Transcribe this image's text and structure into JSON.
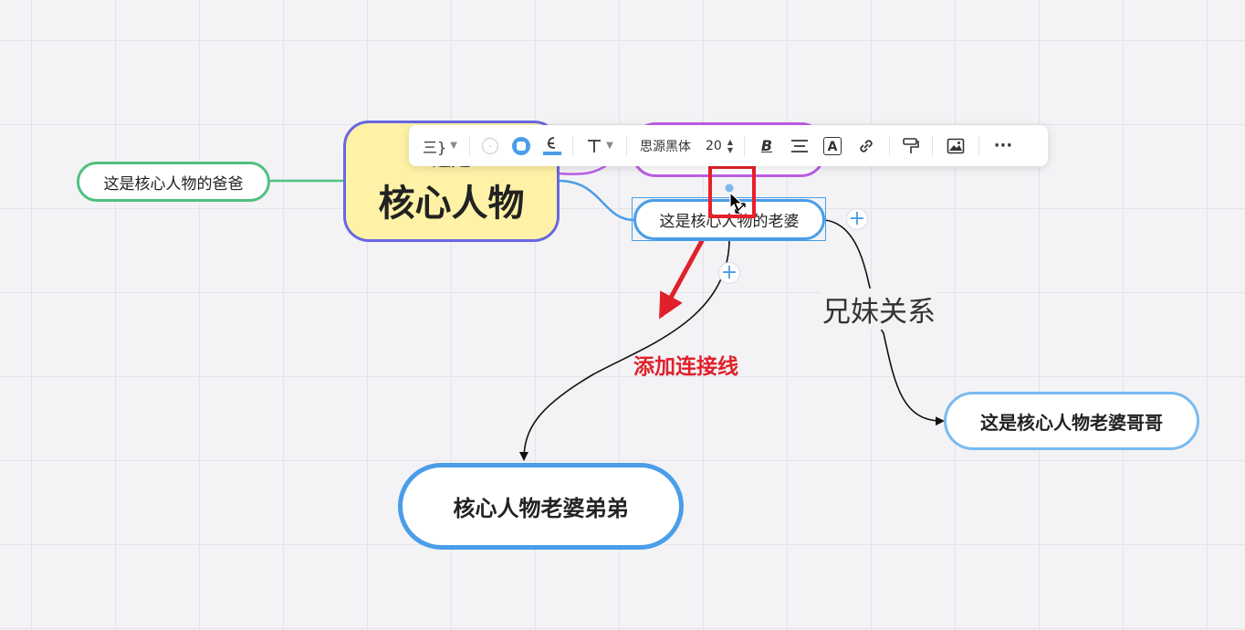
{
  "nodes": {
    "father": "这是核心人物的爸爸",
    "core_title_small": "这是",
    "core_title_big": "核心人物",
    "wife": "这是核心人物的老婆",
    "wife_brother": "这是核心人物老婆哥哥",
    "wife_younger_brother": "核心人物老婆弟弟"
  },
  "connections": {
    "relation_label": "兄妹关系"
  },
  "annotation": {
    "text": "添加连接线"
  },
  "toolbar": {
    "structure_icon": "三}",
    "font_name": "思源黑体",
    "font_size": "20",
    "bold_label": "B",
    "font_color_label": "A",
    "more_label": "···"
  },
  "add_button_symbol": "+",
  "colors": {
    "father_border": "#4fc07e",
    "core_border": "#6767e2",
    "core_fill": "#fff2a6",
    "purple_border": "#bb5ee6",
    "wife_border": "#4a9de8",
    "annotation": "#e0202a"
  }
}
